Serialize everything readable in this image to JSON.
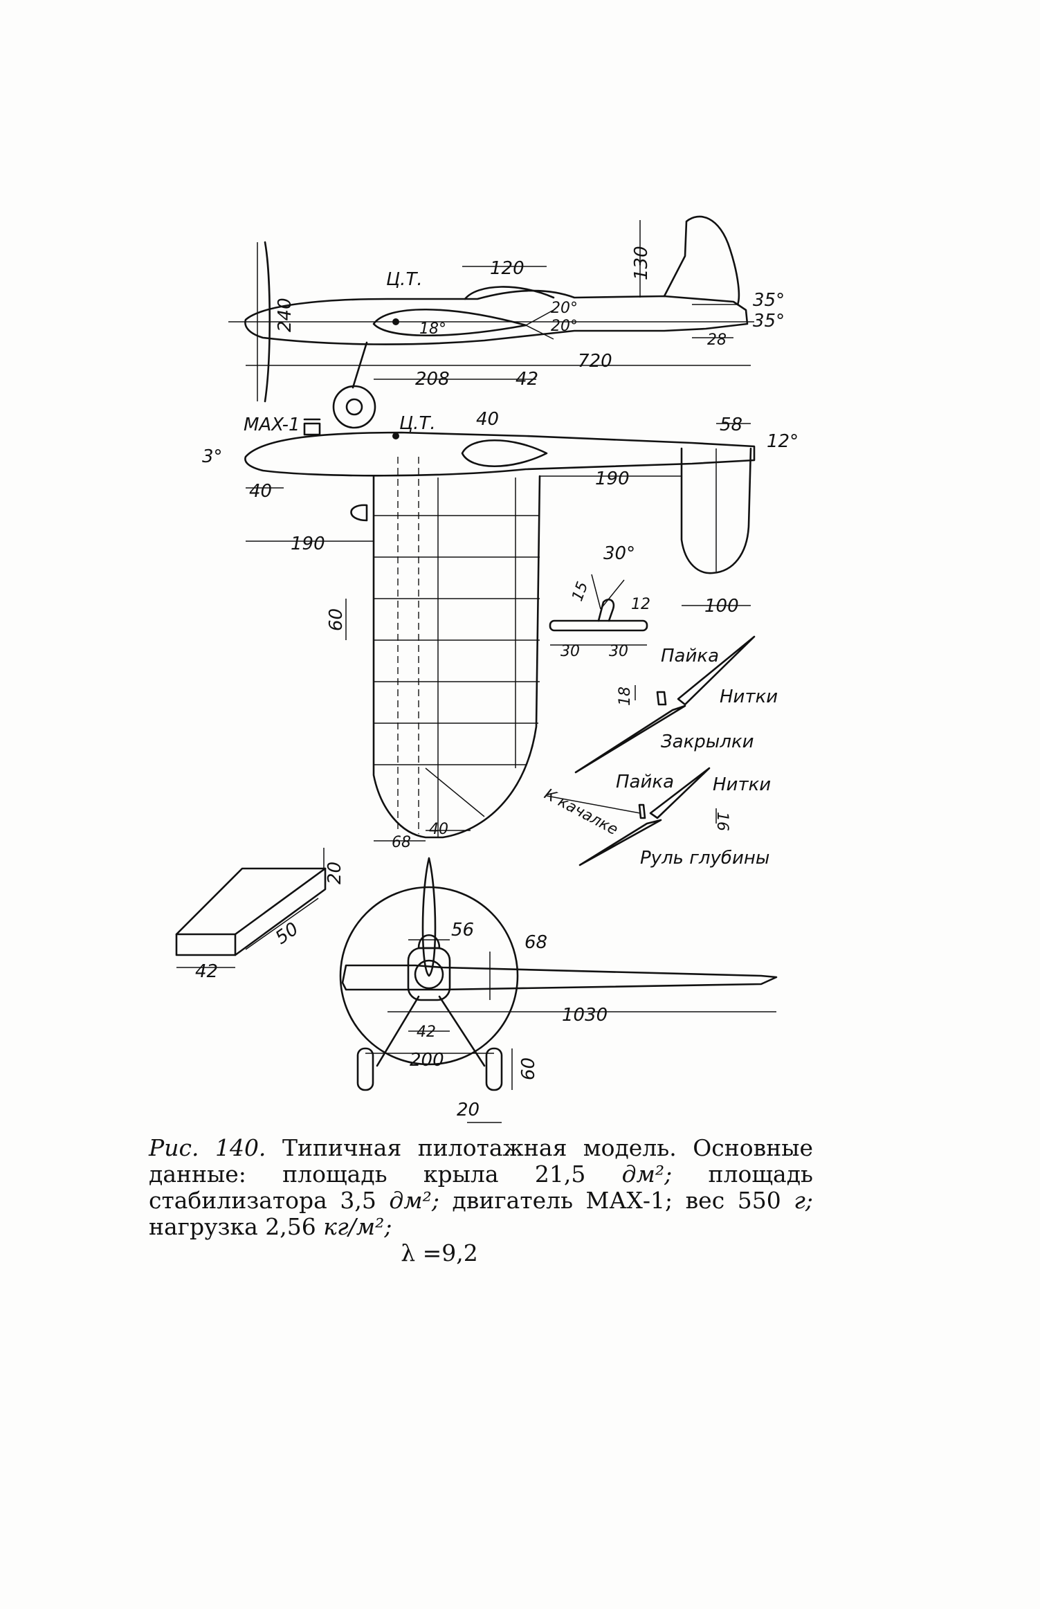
{
  "labels": {
    "side_span": "240",
    "fin_height": "130",
    "canopy_len": "120",
    "cg_side": "Ц.Т.",
    "angle_18": "18°",
    "angle_20a": "20°",
    "angle_20b": "20°",
    "angle_35a": "35°",
    "angle_35b": "35°",
    "rudder_28": "28",
    "total_720": "720",
    "len_208": "208",
    "len_42": "42",
    "engine": "MAX-1",
    "cg_top": "Ц.Т.",
    "canopy_40": "40",
    "tail_58": "58",
    "angle_12": "12°",
    "angle_3": "3°",
    "nose_40": "40",
    "tail_190": "190",
    "wing_190": "190",
    "rib_60": "60",
    "tip_68": "68",
    "tip_40": "40",
    "stab_100": "100",
    "horn_30deg": "30°",
    "horn_15": "15",
    "horn_12": "12",
    "horn_30a": "30",
    "horn_30b": "30",
    "solder_1": "Пайка",
    "threads_1": "Нитки",
    "dim_18": "18",
    "flaps": "Закрылки",
    "solder_2": "Пайка",
    "threads_2": "Нитки",
    "to_bellcrank": "К качалке",
    "dim_16": "16",
    "elevator": "Руль глубины",
    "block_20": "20",
    "block_50": "50",
    "block_42": "42",
    "front_56": "56",
    "front_68": "68",
    "front_1030": "1030",
    "front_42": "42",
    "front_200": "200",
    "front_20": "20",
    "front_60": "60"
  },
  "caption": {
    "fig_label": "Рис. 140.",
    "text_1": "Типичная пилотажная модель. Основные данные: площадь крыла 21,5",
    "unit_dm2_a": "дм²;",
    "text_2": "площадь стабилизатора 3,5",
    "unit_dm2_b": "дм²;",
    "text_3": "двигатель МАХ-1; вес 550",
    "unit_g": "г;",
    "text_4": "нагрузка 2,56",
    "unit_load": "кг/м²;",
    "lambda": "λ =9,2"
  }
}
